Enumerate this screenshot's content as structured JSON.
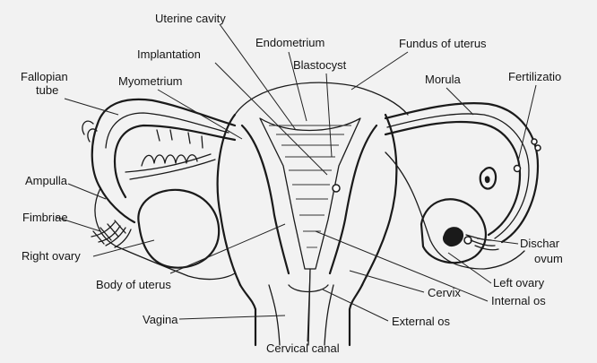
{
  "labels": {
    "uterine_cavity": "Uterine cavity",
    "implantation": "Implantation",
    "endometrium": "Endometrium",
    "fundus_of_uterus": "Fundus of uterus",
    "blastocyst": "Blastocyst",
    "fallopian_tube_line1": "Fallopian",
    "fallopian_tube_line2": "tube",
    "myometrium": "Myometrium",
    "morula": "Morula",
    "fertilization": "Fertilizatio",
    "ampulla": "Ampulla",
    "fimbriae": "Fimbriae",
    "right_ovary": "Right ovary",
    "body_of_uterus": "Body of uterus",
    "discharged_ovum_line1": "Dischar",
    "discharged_ovum_line2": "ovum",
    "left_ovary": "Left ovary",
    "cervix": "Cervix",
    "internal_os": "Internal os",
    "vagina": "Vagina",
    "external_os": "External os",
    "cervical_canal": "Cervical canal"
  }
}
